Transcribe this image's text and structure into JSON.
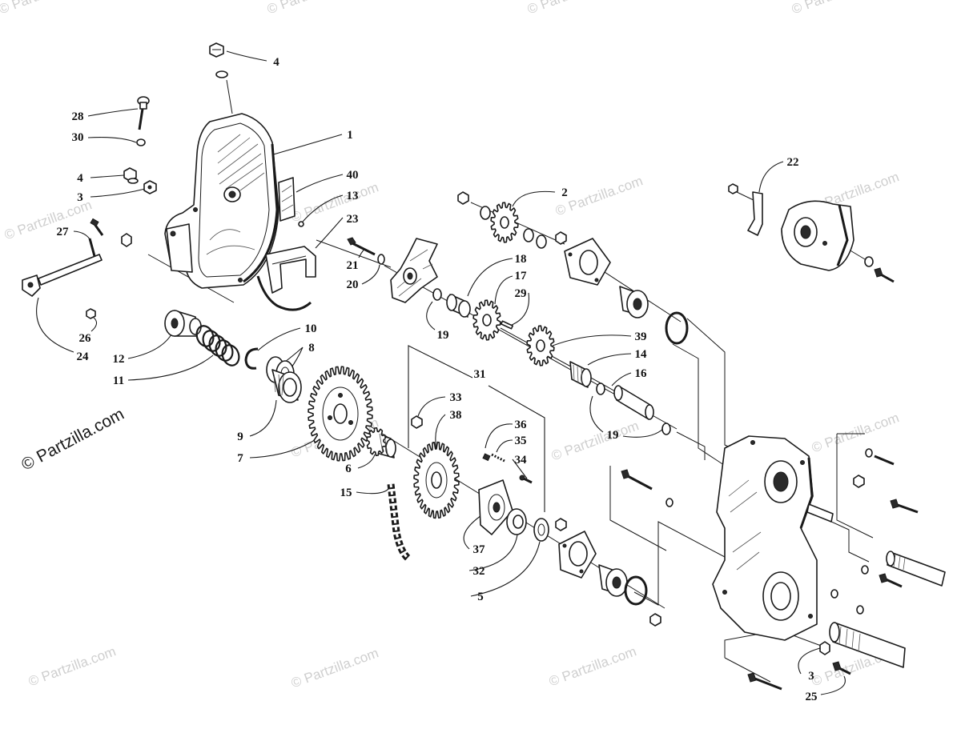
{
  "watermark": "© Partzilla.com",
  "callouts": [
    "4",
    "28",
    "30",
    "1",
    "4",
    "40",
    "3",
    "13",
    "23",
    "27",
    "21",
    "20",
    "26",
    "24",
    "12",
    "11",
    "10",
    "8",
    "9",
    "7",
    "6",
    "15",
    "2",
    "22",
    "18",
    "17",
    "29",
    "19",
    "39",
    "14",
    "16",
    "31",
    "33",
    "38",
    "36",
    "35",
    "34",
    "19",
    "37",
    "32",
    "5",
    "3",
    "25"
  ]
}
